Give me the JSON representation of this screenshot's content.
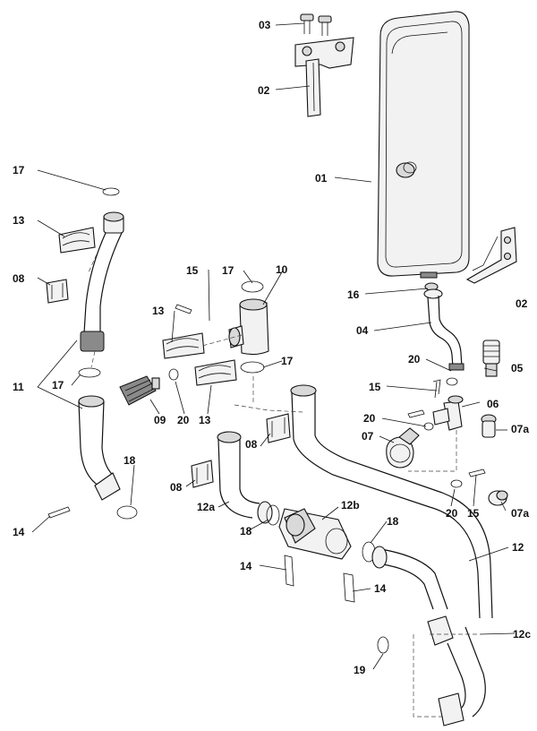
{
  "labels": {
    "p01": "01",
    "p02a": "02",
    "p02b": "02",
    "p03": "03",
    "p04": "04",
    "p05": "05",
    "p06": "06",
    "p07": "07",
    "p07a1": "07a",
    "p07a2": "07a",
    "p08a": "08",
    "p08b": "08",
    "p08c": "08",
    "p09": "09",
    "p10": "10",
    "p11": "11",
    "p12": "12",
    "p12a": "12a",
    "p12b": "12b",
    "p12c": "12c",
    "p13a": "13",
    "p13b": "13",
    "p13c": "13",
    "p14a": "14",
    "p14b": "14",
    "p14c": "14",
    "p15a": "15",
    "p15b": "15",
    "p15c": "15",
    "p16": "16",
    "p17a": "17",
    "p17b": "17",
    "p17c": "17",
    "p17d": "17",
    "p18a": "18",
    "p18b": "18",
    "p18c": "18",
    "p19": "19",
    "p20a": "20",
    "p20b": "20",
    "p20c": "20",
    "p20d": "20"
  }
}
